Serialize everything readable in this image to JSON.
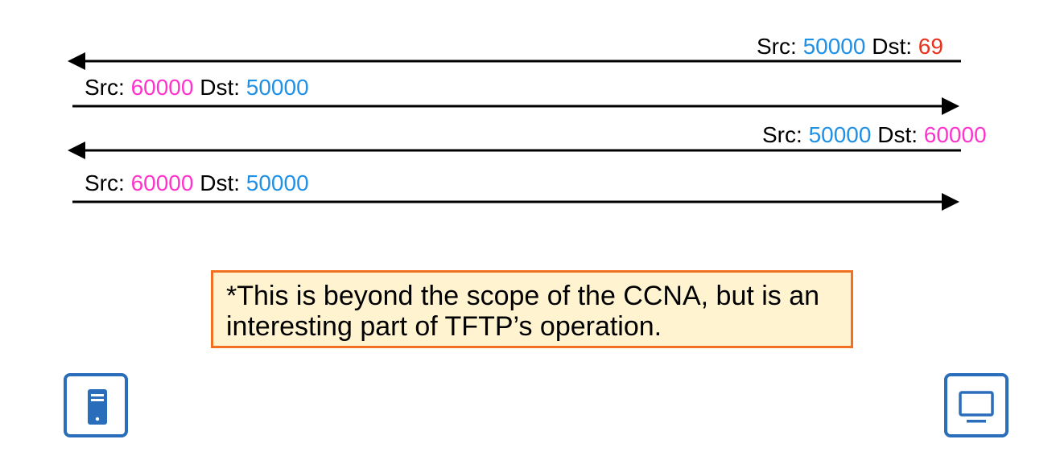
{
  "messages": [
    {
      "src_label": "Src: ",
      "src": "50000",
      "dst_label": " Dst: ",
      "dst": "69"
    },
    {
      "src_label": "Src: ",
      "src": "60000",
      "dst_label": " Dst: ",
      "dst": "50000"
    },
    {
      "src_label": "Src: ",
      "src": "50000",
      "dst_label": " Dst: ",
      "dst": "60000"
    },
    {
      "src_label": "Src: ",
      "src": "60000",
      "dst_label": " Dst: ",
      "dst": "50000"
    }
  ],
  "note": {
    "text": "*This is beyond the scope of the CCNA, but is an interesting part of TFTP’s operation."
  },
  "devices": {
    "left": {
      "icon": "server-icon"
    },
    "right": {
      "icon": "monitor-icon"
    }
  },
  "colors": {
    "client_port": "#1e90e6",
    "server_port": "#ff33cc",
    "well_known_port": "#e8321e",
    "note_border": "#f37021",
    "note_fill": "#fff3d0",
    "device_blue": "#2a6ebb"
  }
}
